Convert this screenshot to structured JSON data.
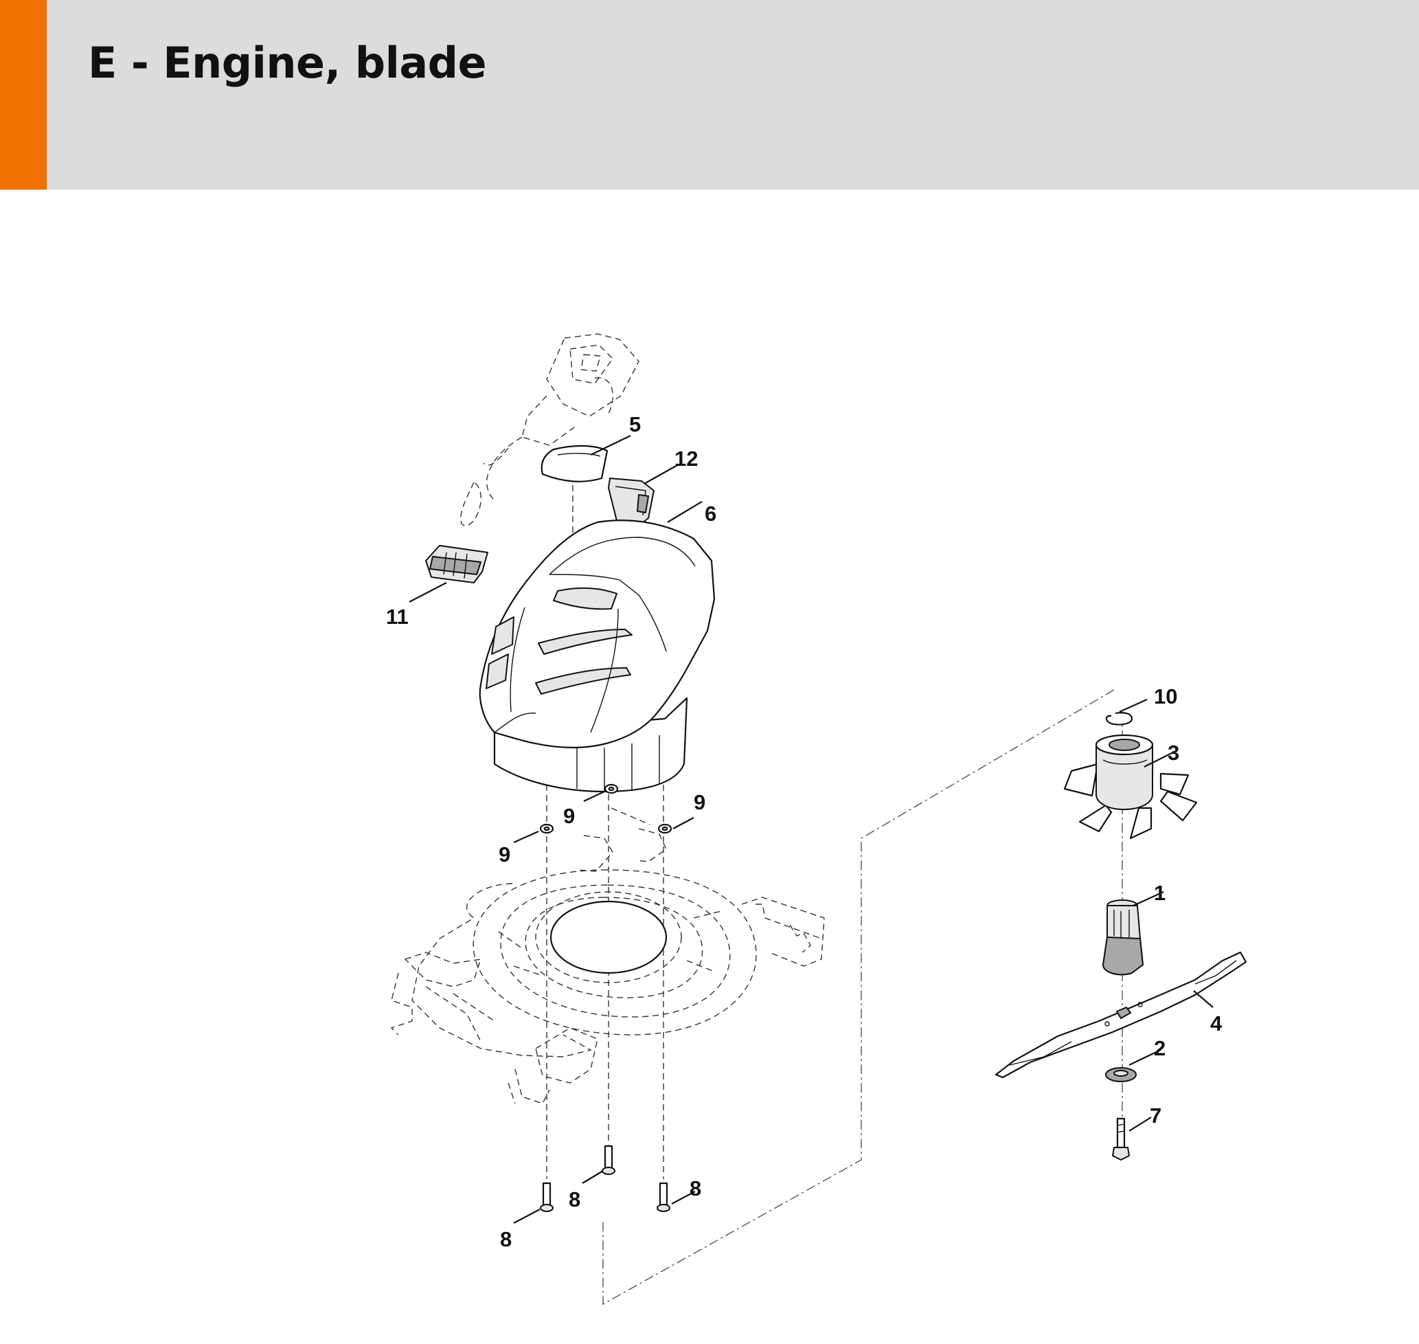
{
  "header": {
    "title": "E - Engine, blade",
    "accent_color": "#f07000",
    "background_color": "#dcdcdc"
  },
  "callouts": [
    {
      "id": "c1",
      "label": "1"
    },
    {
      "id": "c2",
      "label": "2"
    },
    {
      "id": "c3",
      "label": "3"
    },
    {
      "id": "c4",
      "label": "4"
    },
    {
      "id": "c5",
      "label": "5"
    },
    {
      "id": "c6",
      "label": "6"
    },
    {
      "id": "c7",
      "label": "7"
    },
    {
      "id": "c8a",
      "label": "8"
    },
    {
      "id": "c8b",
      "label": "8"
    },
    {
      "id": "c8c",
      "label": "8"
    },
    {
      "id": "c9a",
      "label": "9"
    },
    {
      "id": "c9b",
      "label": "9"
    },
    {
      "id": "c9c",
      "label": "9"
    },
    {
      "id": "c10",
      "label": "10"
    },
    {
      "id": "c11",
      "label": "11"
    },
    {
      "id": "c12",
      "label": "12"
    }
  ]
}
